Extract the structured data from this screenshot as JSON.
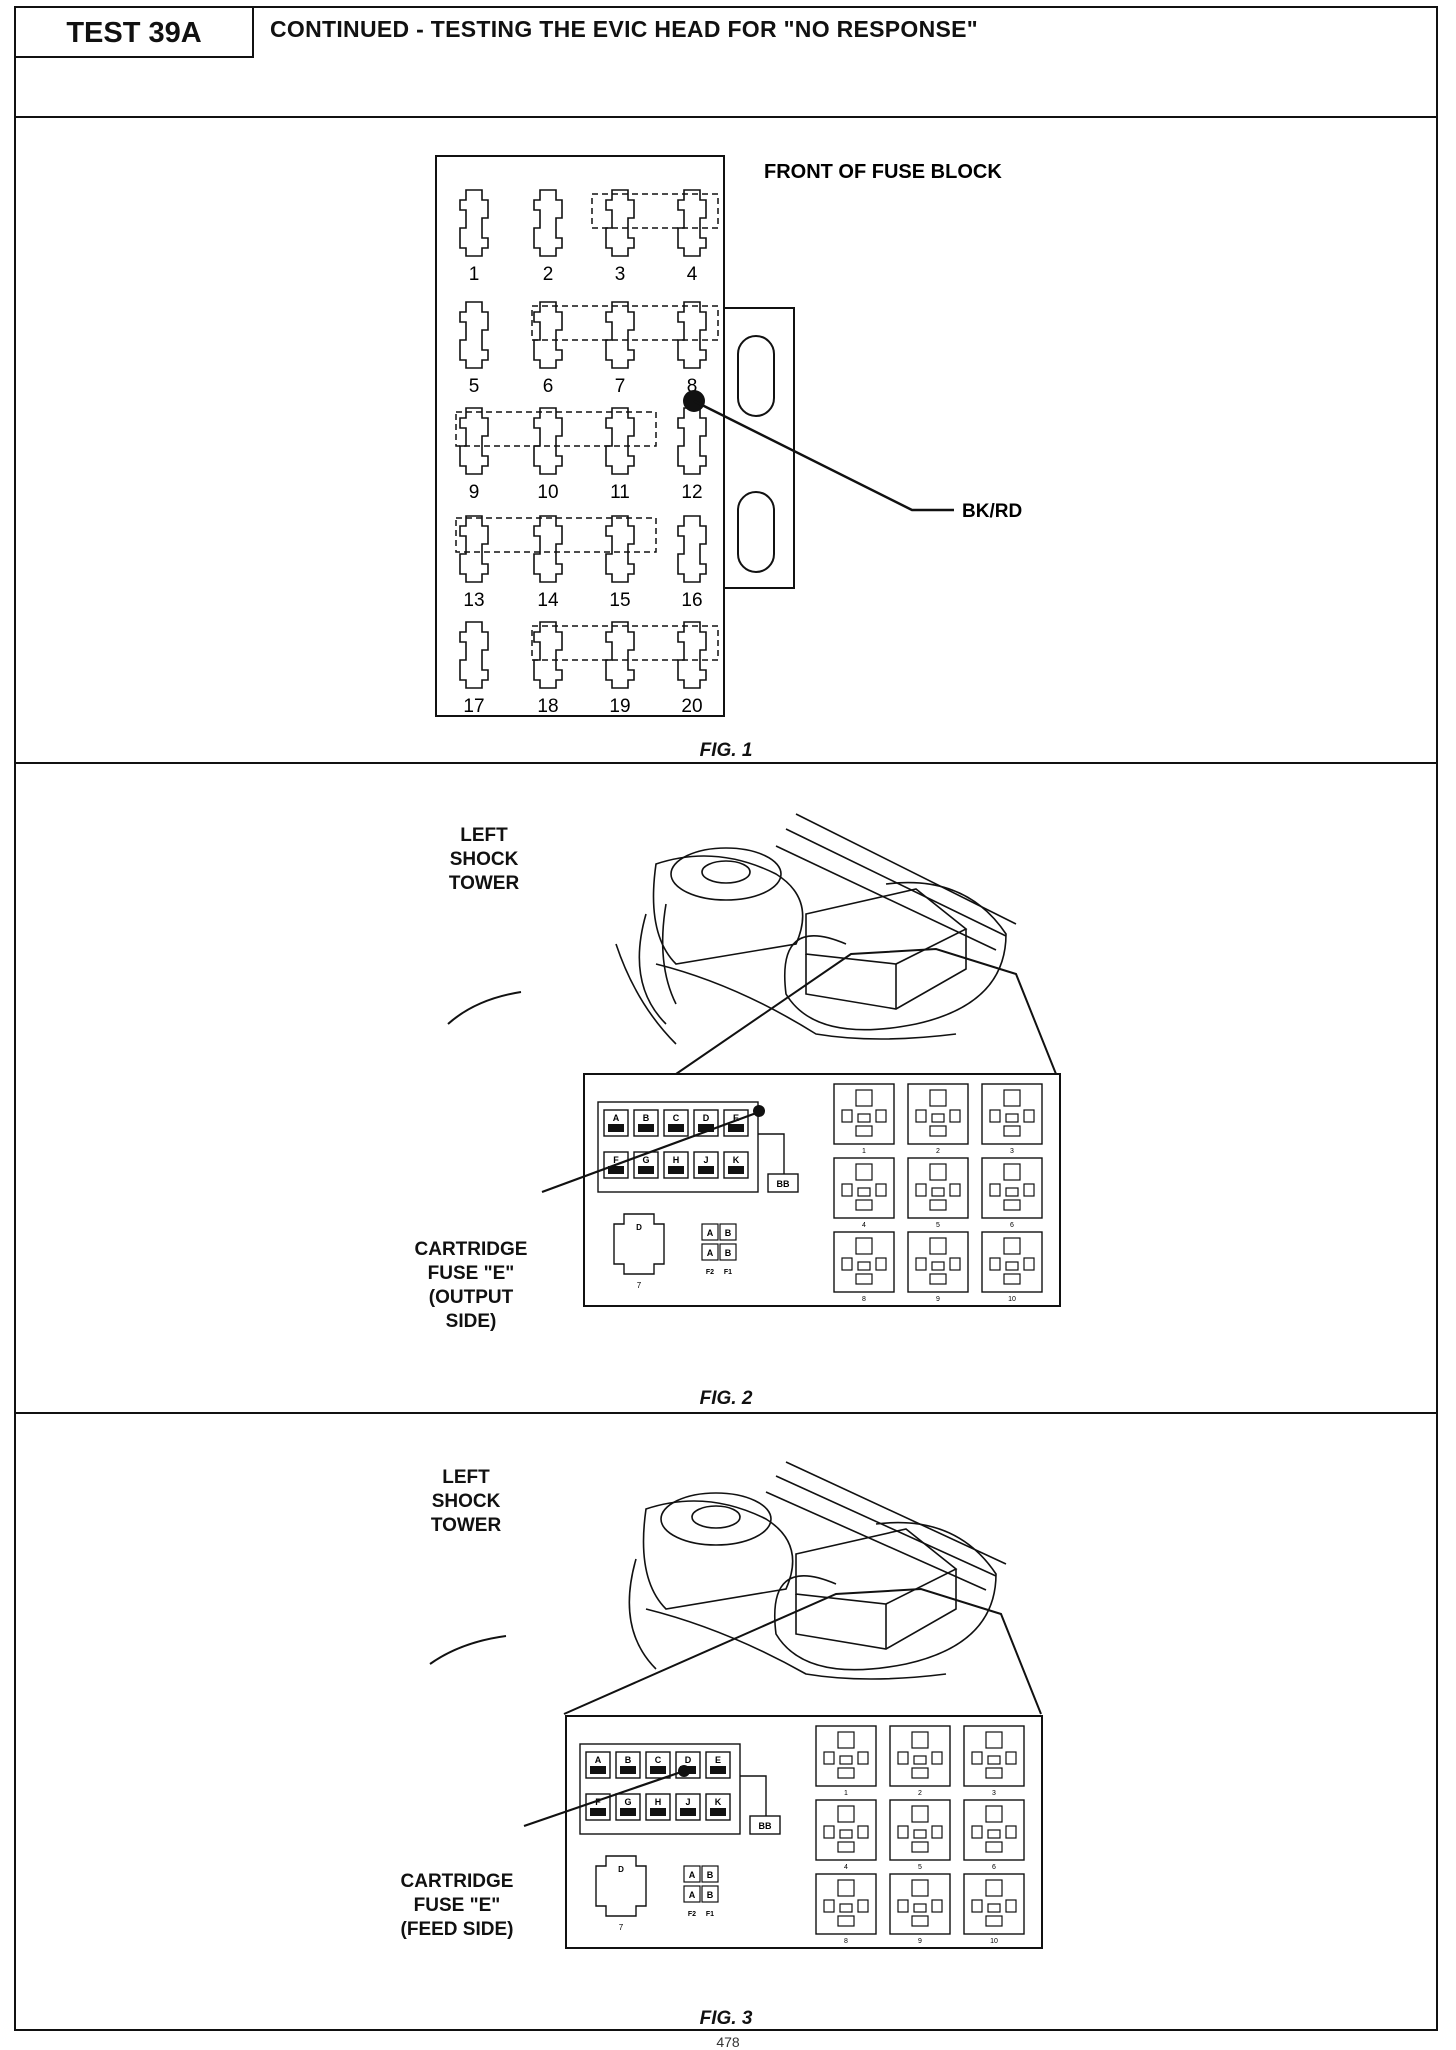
{
  "header": {
    "test_id": "TEST 39A",
    "title": "CONTINUED - TESTING THE EVIC HEAD FOR \"NO RESPONSE\""
  },
  "fig1": {
    "block_label": "FRONT OF FUSE BLOCK",
    "fuse_numbers": [
      "1",
      "2",
      "3",
      "4",
      "5",
      "6",
      "7",
      "8",
      "9",
      "10",
      "11",
      "12",
      "13",
      "14",
      "15",
      "16",
      "17",
      "18",
      "19",
      "20"
    ],
    "wire_label": "BK/RD",
    "caption": "FIG. 1"
  },
  "fig2": {
    "tower_label_1": "LEFT",
    "tower_label_2": "SHOCK",
    "tower_label_3": "TOWER",
    "cartridge_label_1": "CARTRIDGE",
    "cartridge_label_2": "FUSE \"E\"",
    "cartridge_label_3": "(OUTPUT",
    "cartridge_label_4": "SIDE)",
    "caption": "FIG. 2"
  },
  "fig3": {
    "tower_label_1": "LEFT",
    "tower_label_2": "SHOCK",
    "tower_label_3": "TOWER",
    "cartridge_label_1": "CARTRIDGE",
    "cartridge_label_2": "FUSE \"E\"",
    "cartridge_label_3": "(FEED SIDE)",
    "caption": "FIG. 3"
  },
  "pdc": {
    "cartridge_letters": [
      "A",
      "B",
      "C",
      "D",
      "E",
      "F",
      "G",
      "H",
      "J",
      "K"
    ],
    "bb_label": "BB",
    "small_fuse_letters": [
      "A",
      "B"
    ],
    "small_fuse_ids": [
      "F2",
      "F1"
    ],
    "relay_numbers": [
      "1",
      "2",
      "3",
      "4",
      "5",
      "6",
      "8",
      "9",
      "10"
    ],
    "socket_7_letter": "D",
    "socket_7_number": "7"
  },
  "page_number": "478"
}
